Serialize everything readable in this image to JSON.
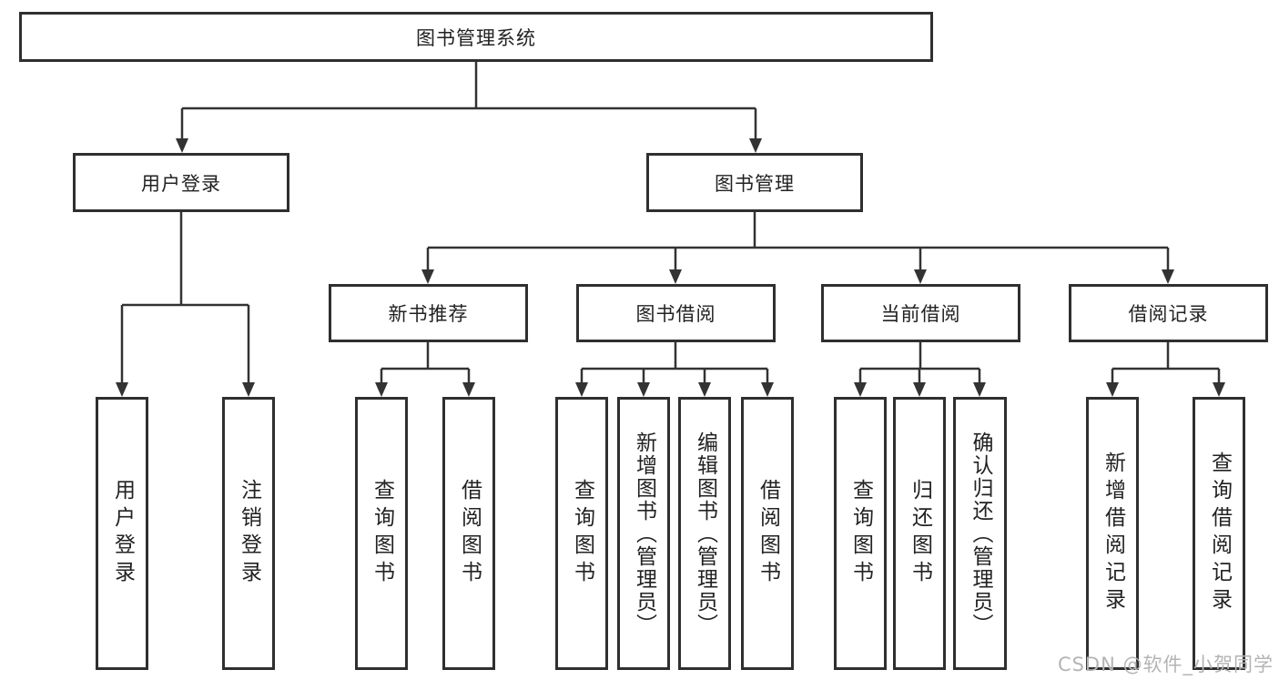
{
  "diagram_type": "hierarchy",
  "colors": {
    "line": "#333333",
    "box_border": "#2f2f2f",
    "text": "#222222",
    "watermark": "#b4b4b4",
    "background": "#ffffff"
  },
  "root": {
    "label": "图书管理系统",
    "children": [
      {
        "label": "用户登录",
        "children": [
          {
            "label": "用户登录"
          },
          {
            "label": "注销登录"
          }
        ]
      },
      {
        "label": "图书管理",
        "children": [
          {
            "label": "新书推荐",
            "children": [
              {
                "label": "查询图书"
              },
              {
                "label": "借阅图书"
              }
            ]
          },
          {
            "label": "图书借阅",
            "children": [
              {
                "label": "查询图书"
              },
              {
                "label": "新增图书（管理员）"
              },
              {
                "label": "编辑图书（管理员）"
              },
              {
                "label": "借阅图书"
              }
            ]
          },
          {
            "label": "当前借阅",
            "children": [
              {
                "label": "查询图书"
              },
              {
                "label": "归还图书"
              },
              {
                "label": "确认归还（管理员）"
              }
            ]
          },
          {
            "label": "借阅记录",
            "children": [
              {
                "label": "新增借阅记录"
              },
              {
                "label": "查询借阅记录"
              }
            ]
          }
        ]
      }
    ]
  },
  "watermark": {
    "text": "CSDN @软件_小贺同学"
  }
}
